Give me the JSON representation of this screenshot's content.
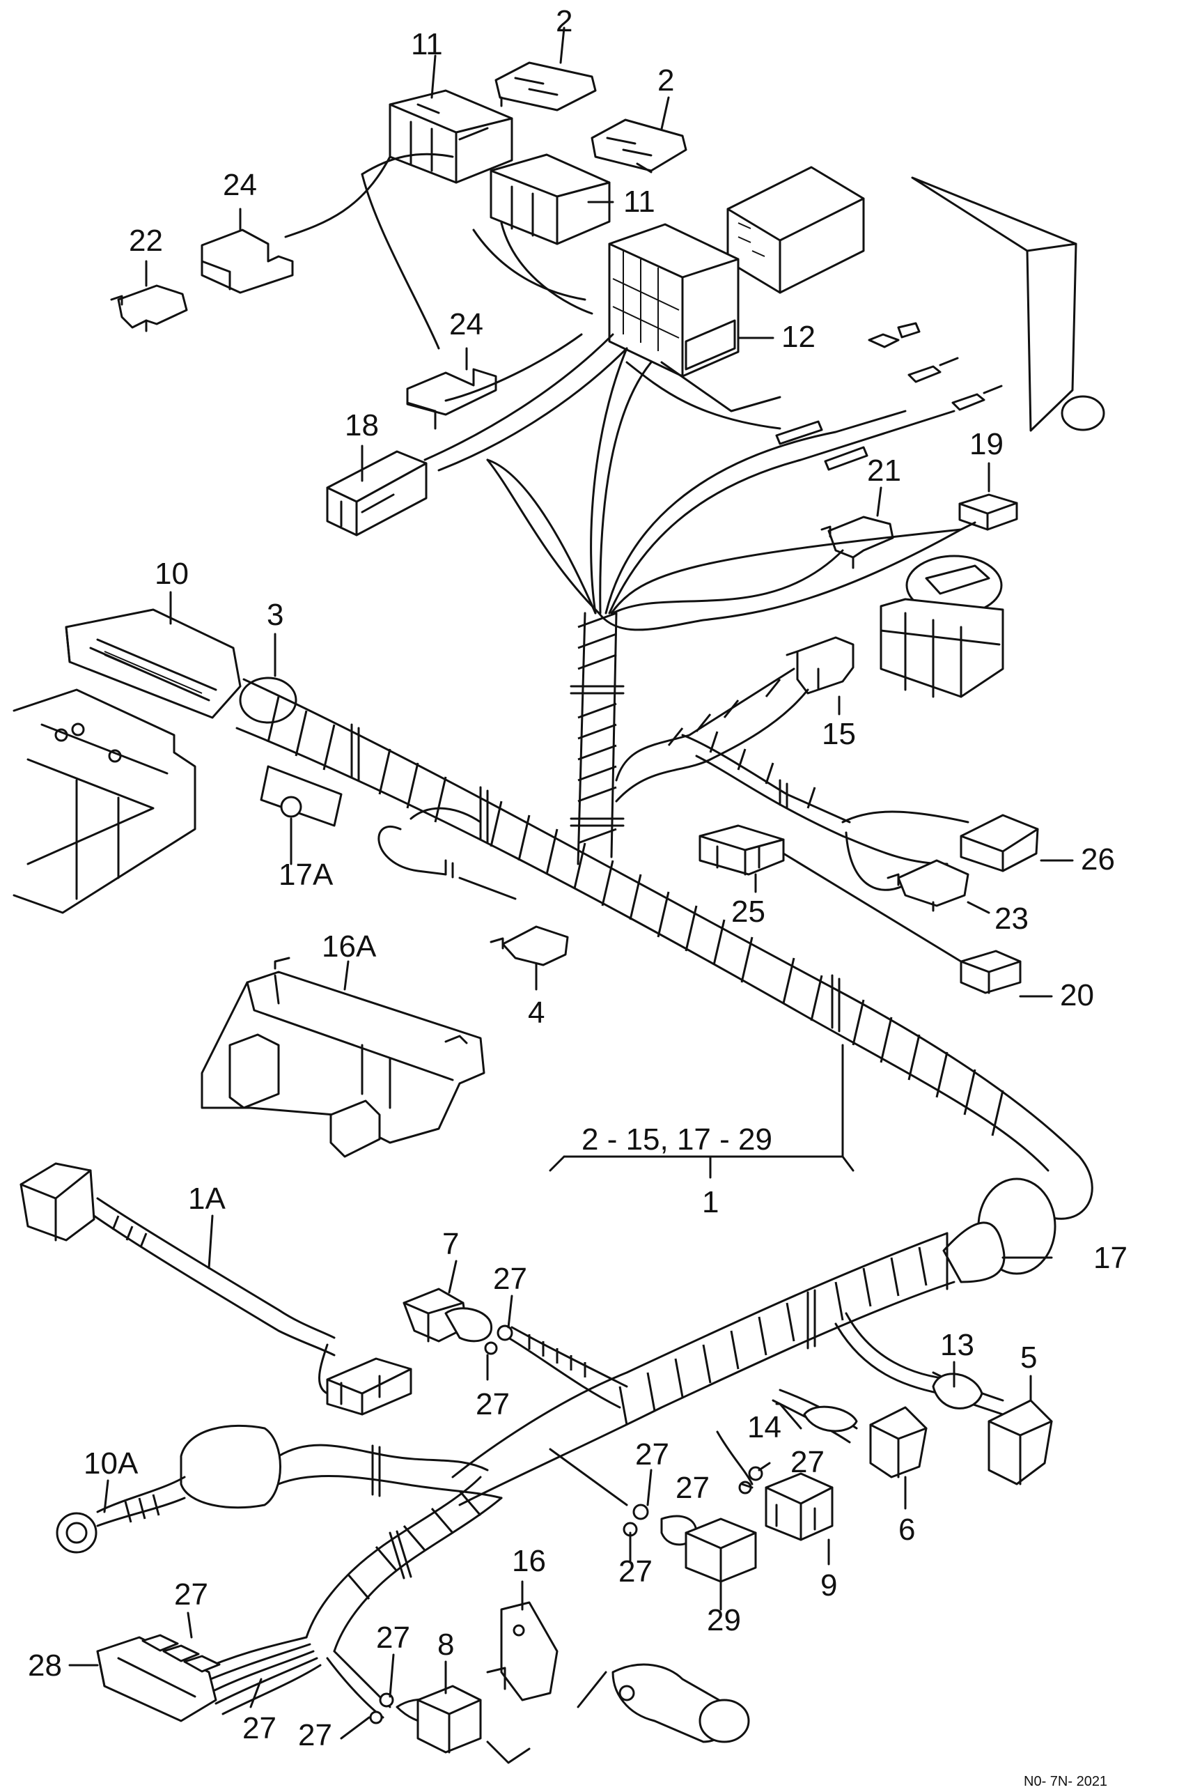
{
  "diagram": {
    "labels": {
      "l2a": "2",
      "l2b": "2",
      "l11a": "11",
      "l11b": "11",
      "l24a": "24",
      "l24b": "24",
      "l22": "22",
      "l12": "12",
      "l18": "18",
      "l19": "19",
      "l21": "21",
      "l10": "10",
      "l3": "3",
      "l15": "15",
      "l17a": "17A",
      "l26": "26",
      "l25": "25",
      "l23": "23",
      "l16a": "16A",
      "l4": "4",
      "l20": "20",
      "l1": "1",
      "l1a": "1A",
      "l7": "7",
      "l27a": "27",
      "l27b": "27",
      "l17": "17",
      "l13": "13",
      "l5": "5",
      "l10a": "10A",
      "l14": "14",
      "l27c": "27",
      "l27d": "27",
      "l27e": "27",
      "l6": "6",
      "l27f": "27",
      "l9": "9",
      "l16": "16",
      "l27g": "27",
      "l27h": "27",
      "l8": "8",
      "l29": "29",
      "l28": "28",
      "l27i": "27",
      "l27j": "27"
    },
    "range_label": "2 - 15,  17 - 29",
    "footer_code": "N0- 7N- 2021"
  }
}
